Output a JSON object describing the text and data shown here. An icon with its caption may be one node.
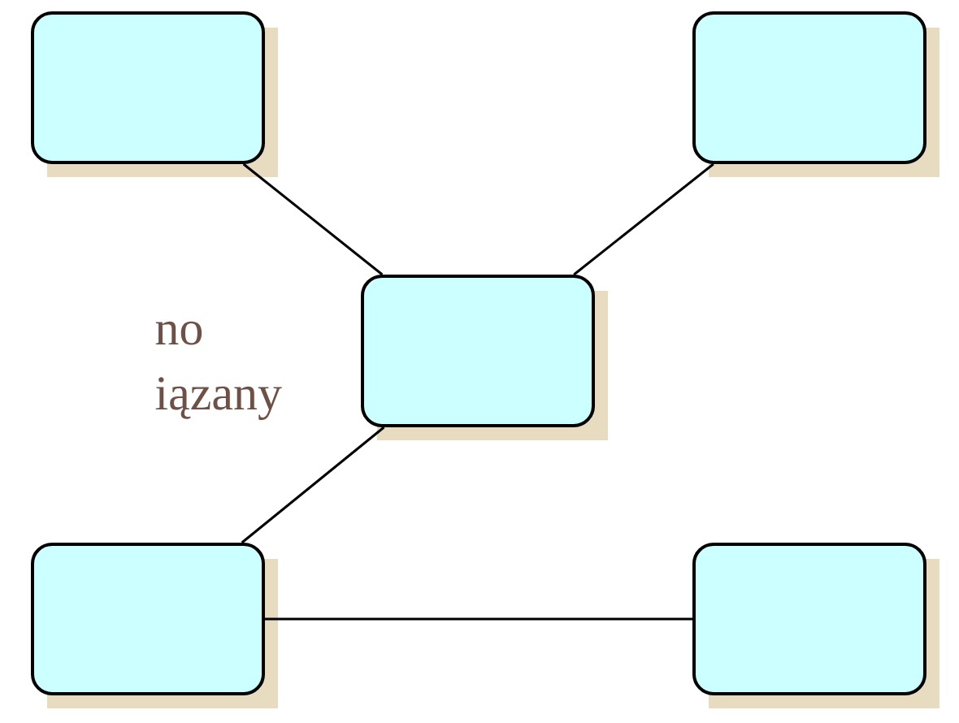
{
  "diagram": {
    "nodes": [
      {
        "text": [],
        "shape": "box"
      },
      {
        "text": [],
        "shape": "box"
      },
      {
        "text": [],
        "shape": "box"
      },
      {
        "text": [],
        "shape": "box"
      },
      {
        "text": [],
        "shape": "box"
      }
    ],
    "edges": [
      {
        "from": 0,
        "to": 2,
        "arrow": "none"
      },
      {
        "from": 1,
        "to": 2,
        "arrow": "none"
      },
      {
        "from": 2,
        "to": 3,
        "arrow": "none"
      },
      {
        "from": 3,
        "to": 4,
        "arrow": "none"
      }
    ],
    "labels": [
      "no",
      "iązany"
    ]
  }
}
